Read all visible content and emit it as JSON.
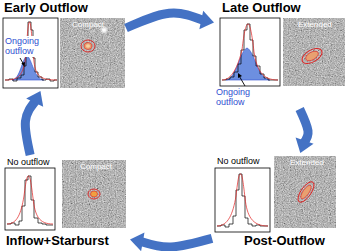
{
  "diagram": {
    "nodes": [
      {
        "text": [
          "Early Outflow",
          "Ongoing outflow",
          "Compact"
        ]
      },
      {
        "text": [
          "Late Outflow",
          "Ongoing outflow",
          "Extended"
        ]
      },
      {
        "text": [
          "Post-Outflow",
          "No outflow",
          "Extended"
        ]
      },
      {
        "text": [
          "Inflow+Starburst",
          "No outflow",
          "Compact"
        ]
      }
    ],
    "edges": [
      {
        "from": 0,
        "to": 1,
        "arrow": "to"
      },
      {
        "from": 1,
        "to": 2,
        "arrow": "to"
      },
      {
        "from": 2,
        "to": 3,
        "arrow": "to"
      },
      {
        "from": 3,
        "to": 0,
        "arrow": "to"
      }
    ]
  }
}
